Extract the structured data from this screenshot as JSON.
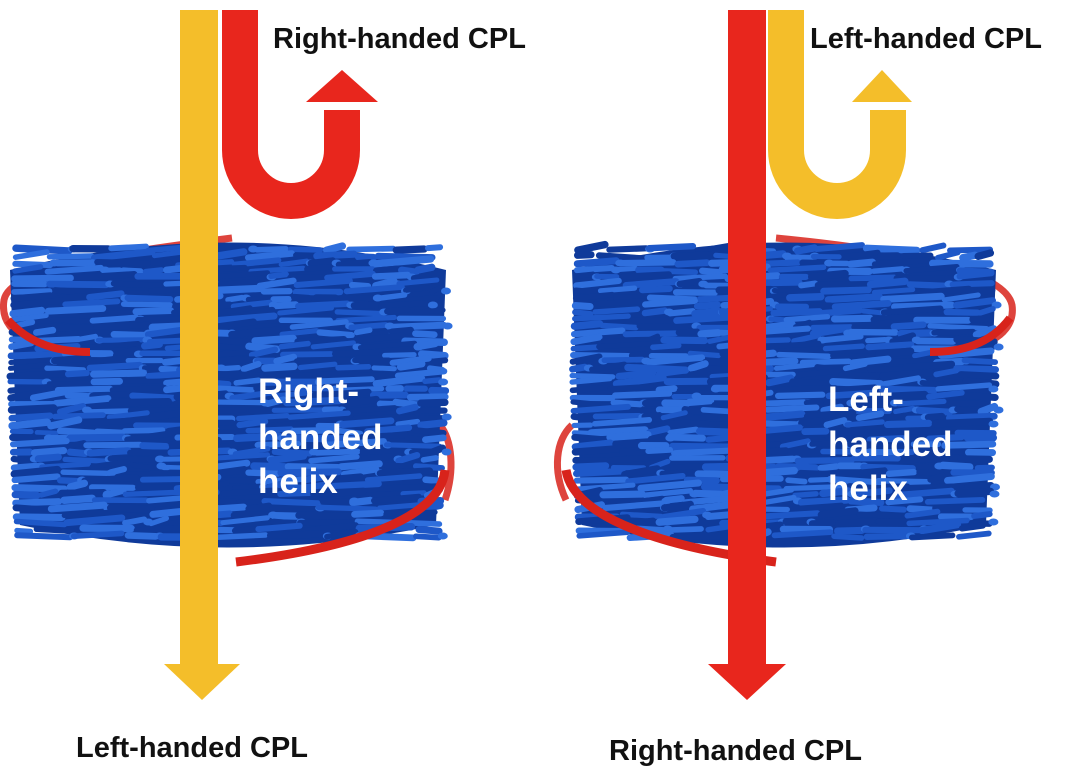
{
  "colors": {
    "yellow": "#F4BE2A",
    "red": "#E8261D",
    "helix_ribbon": "#D8231B",
    "rod_light": "#2F6FDD",
    "rod_mid": "#1E58C8",
    "rod_dark": "#0F3A9A"
  },
  "left_panel": {
    "reflected_label": "Right-handed CPL",
    "transmitted_label": "Left-handed CPL",
    "helix_lines": [
      "Right-",
      "handed",
      "helix"
    ]
  },
  "right_panel": {
    "reflected_label": "Left-handed CPL",
    "transmitted_label": "Right-handed CPL",
    "helix_lines": [
      "Left-",
      "handed",
      "helix"
    ]
  }
}
